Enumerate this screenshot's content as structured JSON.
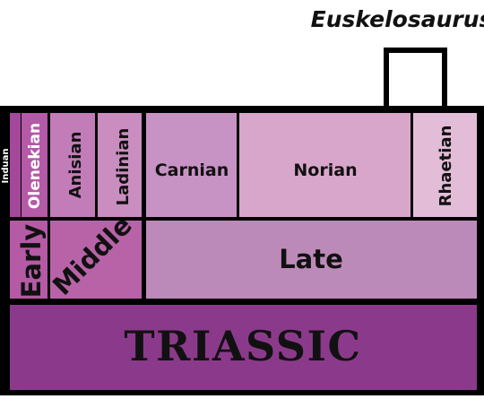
{
  "taxon": {
    "name": "Euskelosaurus"
  },
  "period": {
    "label": "TRIASSIC",
    "color": "#8b3a8b"
  },
  "epochs": {
    "early": {
      "label": "Early",
      "color": "#b55aa5"
    },
    "middle": {
      "label": "Middle",
      "color": "#b863a8"
    },
    "late": {
      "label": "Late",
      "color": "#bc8ab8"
    }
  },
  "stages": {
    "induan": {
      "label": "Induan",
      "color": "#a4489b"
    },
    "olenekian": {
      "label": "Olenekian",
      "color": "#b45aa6"
    },
    "anisian": {
      "label": "Anisian",
      "color": "#c27cb8"
    },
    "ladinian": {
      "label": "Ladinian",
      "color": "#c98dbf"
    },
    "carnian": {
      "label": "Carnian",
      "color": "#c793c4"
    },
    "norian": {
      "label": "Norian",
      "color": "#d9a6cb"
    },
    "rhaetian": {
      "label": "Rhaetian",
      "color": "#e3bcd8"
    }
  },
  "colors": {
    "border": "#000000",
    "text_dark": "#111111",
    "text_light": "#ffffff"
  }
}
